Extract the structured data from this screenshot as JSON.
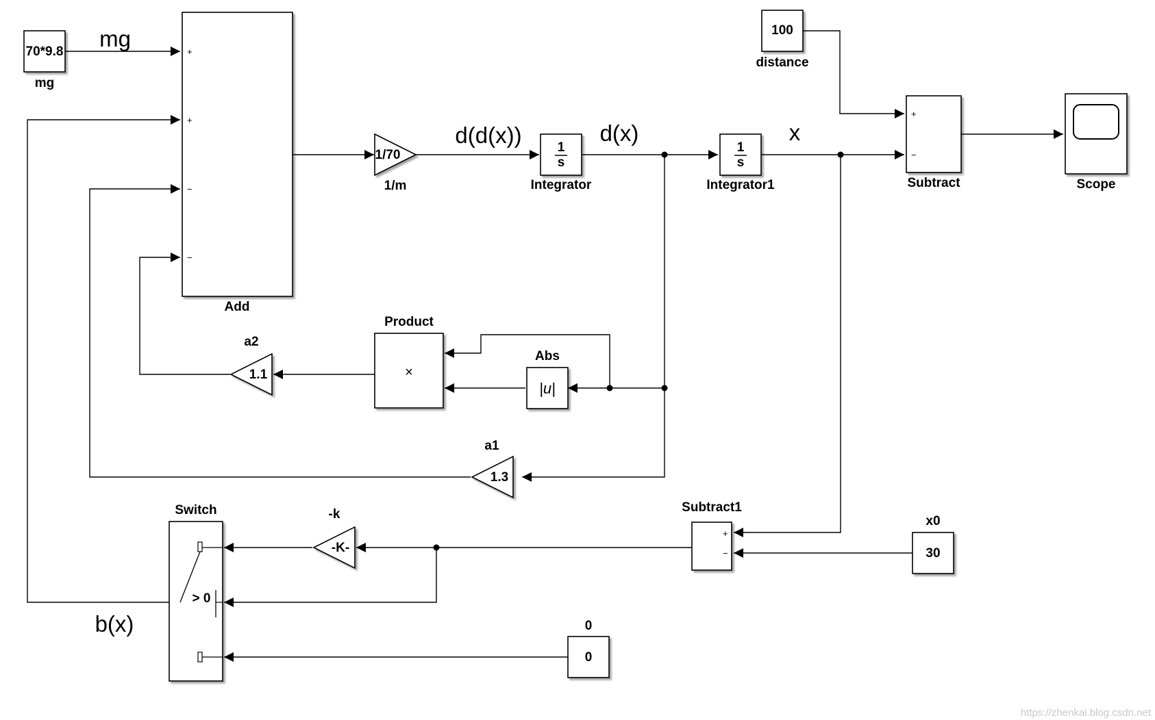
{
  "blocks": {
    "mg_const": {
      "value": "70*9.8",
      "label": "mg"
    },
    "add": {
      "label": "Add",
      "signs": [
        "+",
        "+",
        "−",
        "−"
      ]
    },
    "gain_inv_m": {
      "value": "1/70",
      "label": "1/m"
    },
    "integrator": {
      "num": "1",
      "den": "s",
      "label": "Integrator"
    },
    "integrator1": {
      "num": "1",
      "den": "s",
      "label": "Integrator1"
    },
    "distance": {
      "value": "100",
      "label": "distance"
    },
    "subtract": {
      "label": "Subtract",
      "signs": [
        "+",
        "−"
      ]
    },
    "scope": {
      "label": "Scope"
    },
    "product": {
      "label": "Product",
      "symbol": "×"
    },
    "abs": {
      "label": "Abs",
      "symbol": "|u|"
    },
    "a2": {
      "value": "1.1",
      "label": "a2"
    },
    "a1": {
      "value": "1.3",
      "label": "a1"
    },
    "switch": {
      "label": "Switch",
      "threshold": "> 0"
    },
    "gain_k": {
      "value": "-K-",
      "label": "-k"
    },
    "subtract1": {
      "label": "Subtract1",
      "signs": [
        "+",
        "−"
      ]
    },
    "x0": {
      "value": "30",
      "label": "x0"
    },
    "zero": {
      "value": "0",
      "label": "0"
    }
  },
  "signals": {
    "mg": "mg",
    "ddx": "d(d(x))",
    "dx": "d(x)",
    "x": "x",
    "bx": "b(x)"
  },
  "watermark": "https://zhenkai.blog.csdn.net"
}
